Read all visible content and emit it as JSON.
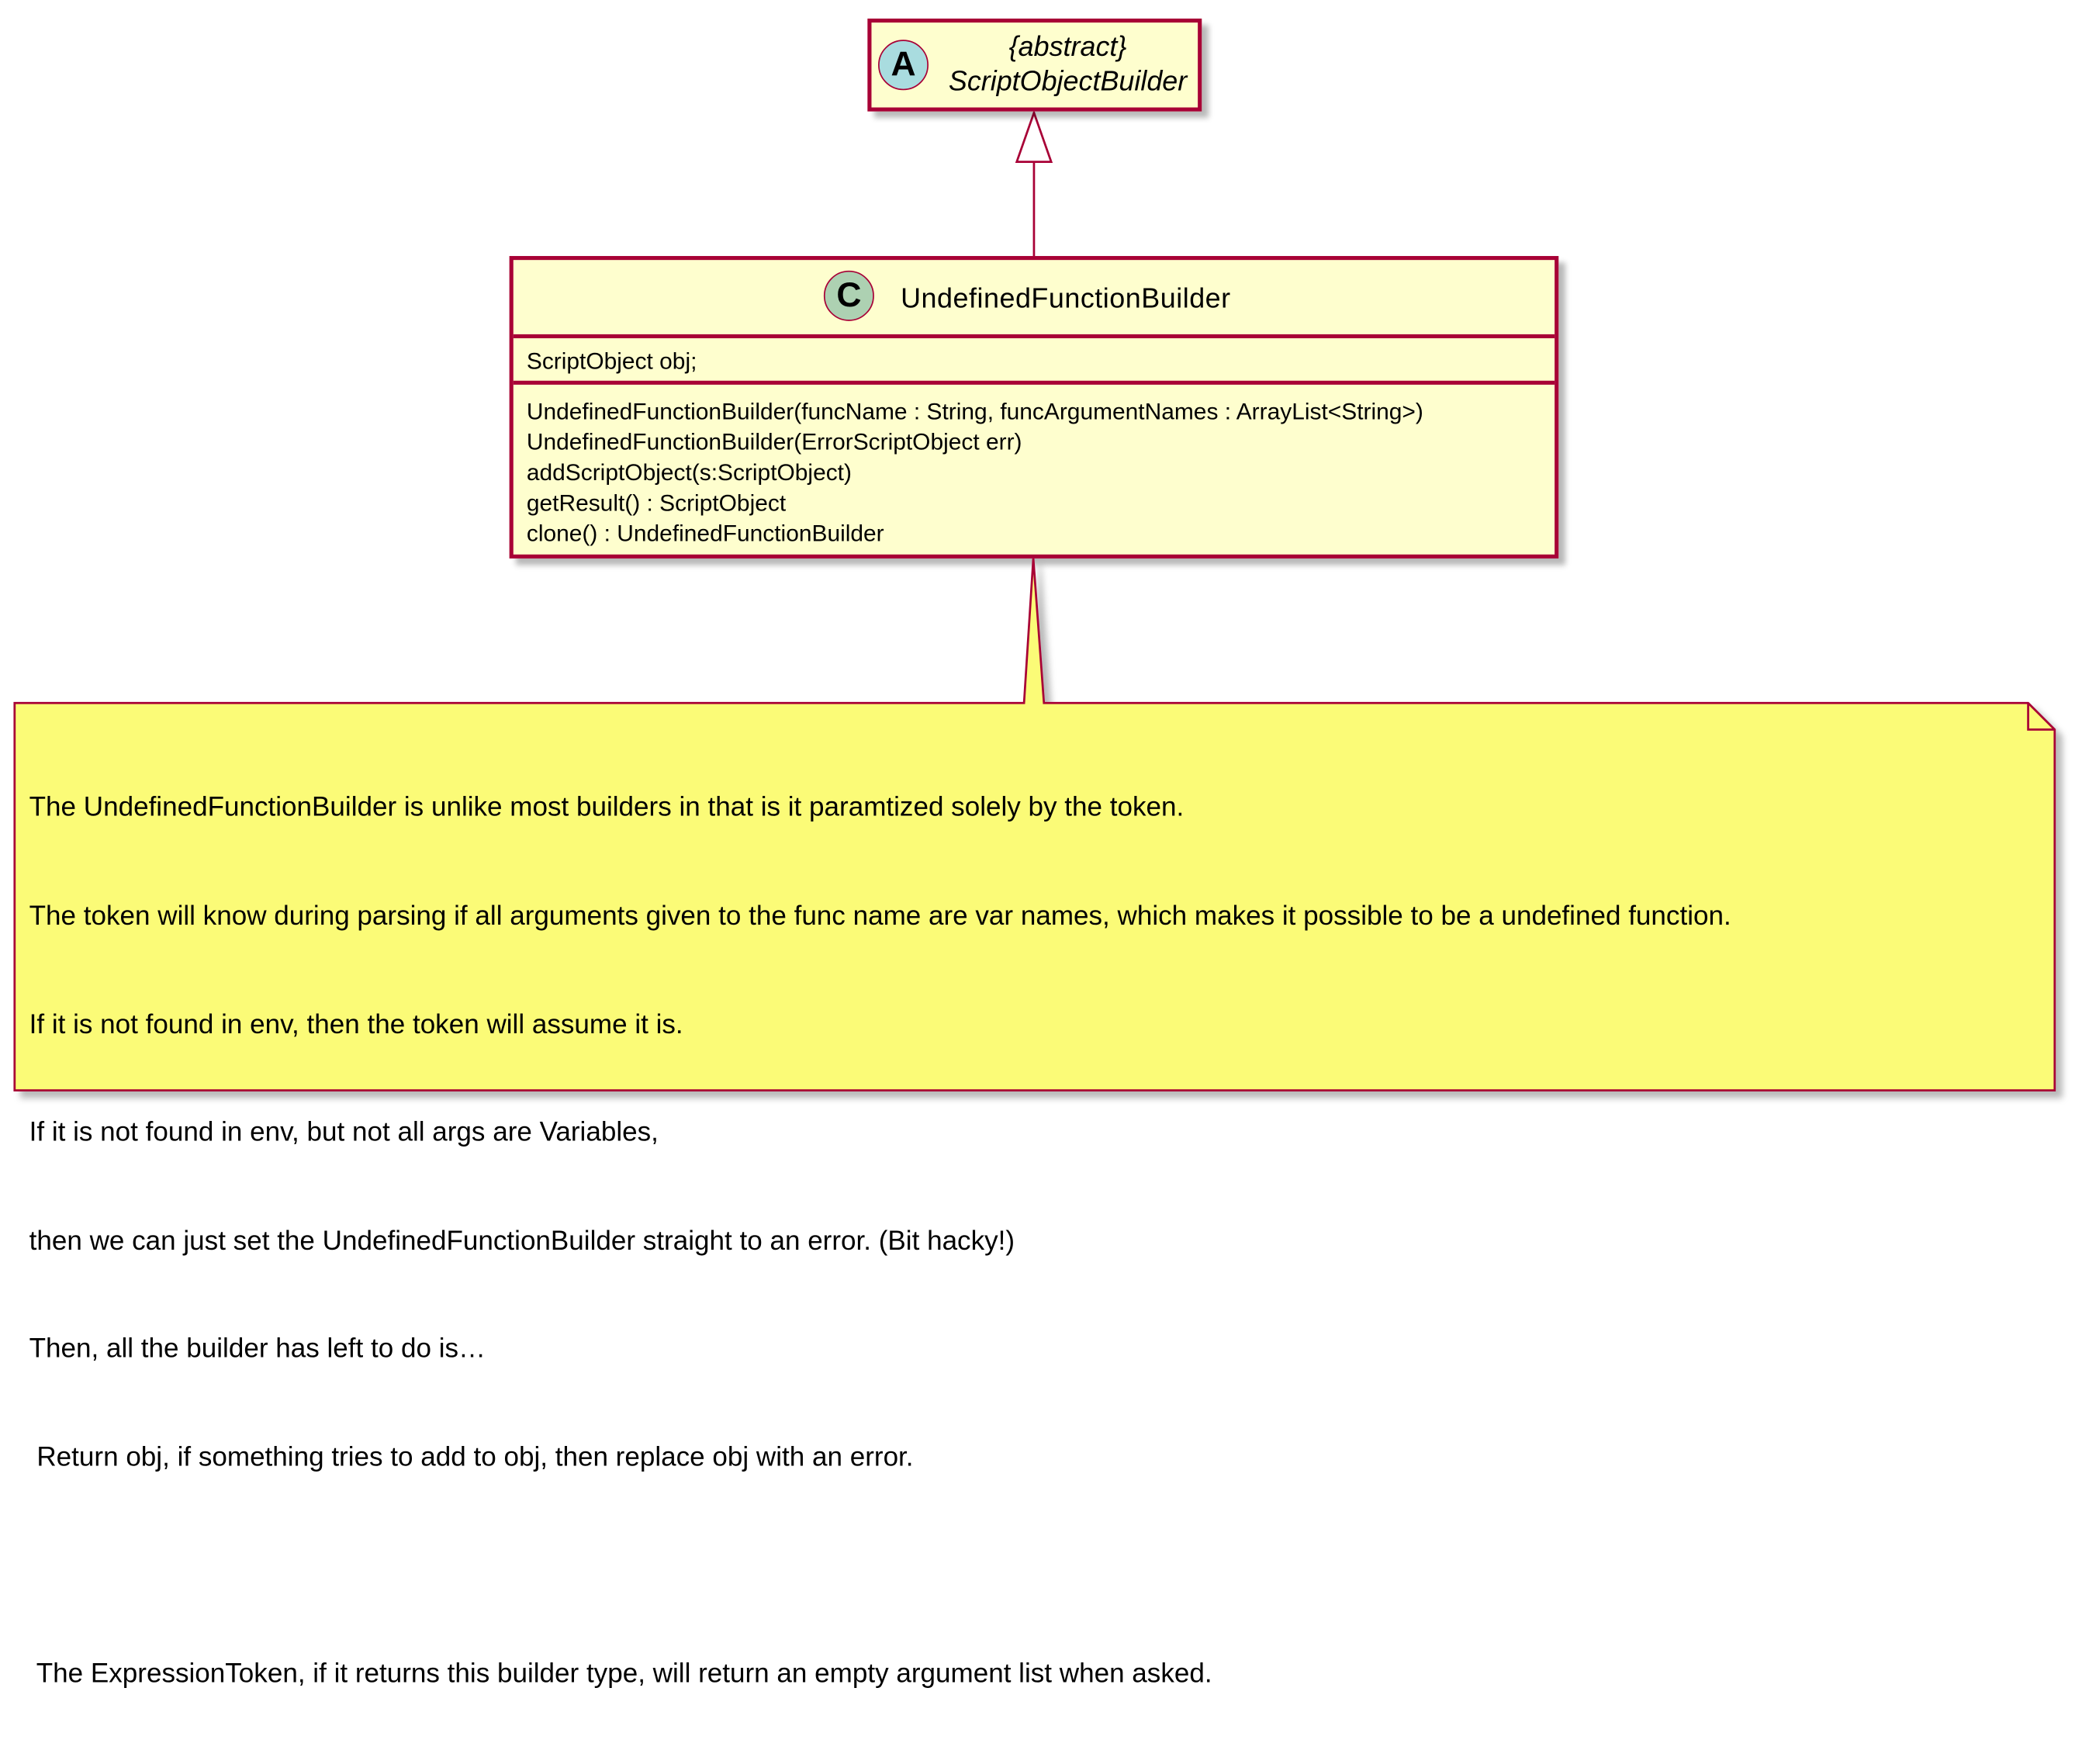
{
  "colors": {
    "box_fill": "#FEFECE",
    "border": "#A80036",
    "note_fill": "#FBFB77",
    "abstract_circle": "#A9DCDF",
    "class_circle": "#ADD1B2"
  },
  "abstract_class": {
    "stereotype_letter": "A",
    "modifier": "{abstract}",
    "name": "ScriptObjectBuilder"
  },
  "class": {
    "stereotype_letter": "C",
    "name": "UndefinedFunctionBuilder",
    "fields": [
      "ScriptObject obj;"
    ],
    "methods": [
      "UndefinedFunctionBuilder(funcName : String, funcArgumentNames : ArrayList<String>)",
      "UndefinedFunctionBuilder(ErrorScriptObject err)",
      "addScriptObject(s:ScriptObject)",
      "getResult() : ScriptObject",
      "clone() : UndefinedFunctionBuilder"
    ]
  },
  "note": {
    "lines": [
      "The UndefinedFunctionBuilder is unlike most builders in that is it paramtized solely by the token.",
      "The token will know during parsing if all arguments given to the func name are var names, which makes it possible to be a undefined function.",
      "If it is not found in env, then the token will assume it is.",
      "If it is not found in env, but not all args are Variables,",
      "then we can just set the UndefinedFunctionBuilder straight to an error. (Bit hacky!)",
      "Then, all the builder has left to do is…",
      " Return obj, if something tries to add to obj, then replace obj with an error.",
      "",
      " The ExpressionToken, if it returns this builder type, will return an empty argument list when asked."
    ]
  },
  "relations": [
    {
      "from": "UndefinedFunctionBuilder",
      "to": "ScriptObjectBuilder",
      "type": "extends"
    },
    {
      "from": "note",
      "to": "UndefinedFunctionBuilder",
      "type": "note-attachment"
    }
  ]
}
